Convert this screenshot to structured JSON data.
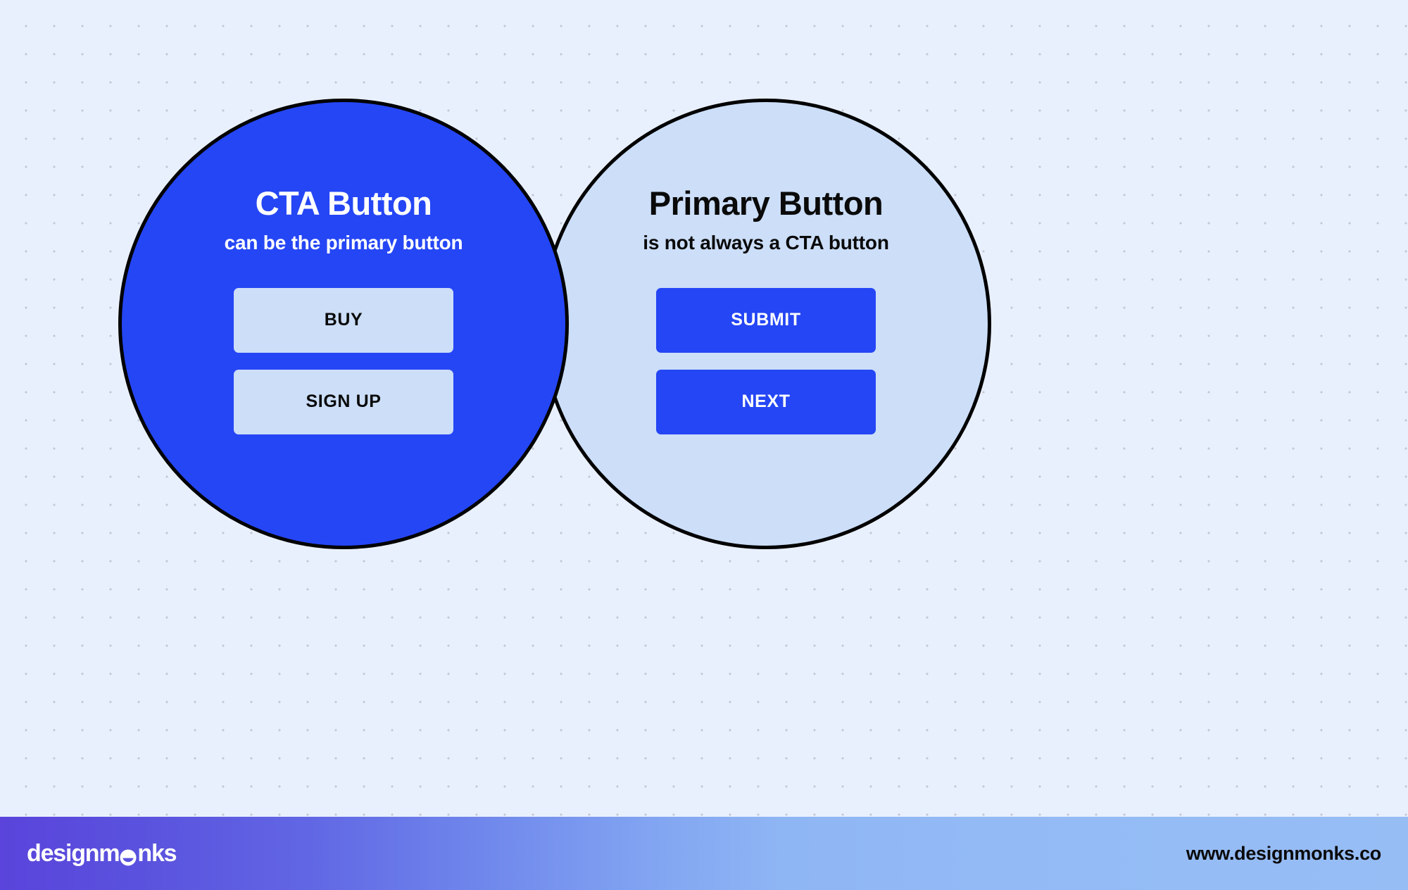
{
  "background": {
    "color": "#e9f0fd",
    "dot_color": "#c3c8d4",
    "pattern": "dot-grid"
  },
  "venn": {
    "left_circle": {
      "title": "CTA Button",
      "subtitle": "can be the primary button",
      "fill_color": "#2546f5",
      "text_color": "#ffffff",
      "buttons": [
        {
          "label": "BUY",
          "style": "light"
        },
        {
          "label": "SIGN UP",
          "style": "light"
        }
      ]
    },
    "right_circle": {
      "title": "Primary Button",
      "subtitle": "is not always a CTA button",
      "fill_color": "#ccdef8",
      "text_color": "#0a0a0a",
      "buttons": [
        {
          "label": "SUBMIT",
          "style": "solid"
        },
        {
          "label": "NEXT",
          "style": "solid"
        }
      ]
    },
    "stroke_color": "#000000"
  },
  "footer": {
    "brand_prefix": "designm",
    "brand_suffix": "nks",
    "brand_full": "designmonks",
    "url": "www.designmonks.co",
    "gradient_start": "#5a44db",
    "gradient_end": "#97bdf5",
    "logo_icon": "monk-face-icon"
  }
}
